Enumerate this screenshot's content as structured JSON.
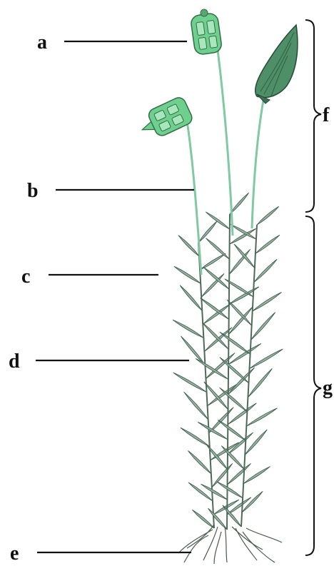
{
  "labels": {
    "a": "a",
    "b": "b",
    "c": "c",
    "d": "d",
    "e": "e",
    "f": "f",
    "g": "g"
  },
  "colors": {
    "capsule": "#6fcf8f",
    "seta": "#7fc9a3",
    "leaf": "#9bb3a2",
    "calyptra": "#4f8f68",
    "line": "#111111"
  }
}
